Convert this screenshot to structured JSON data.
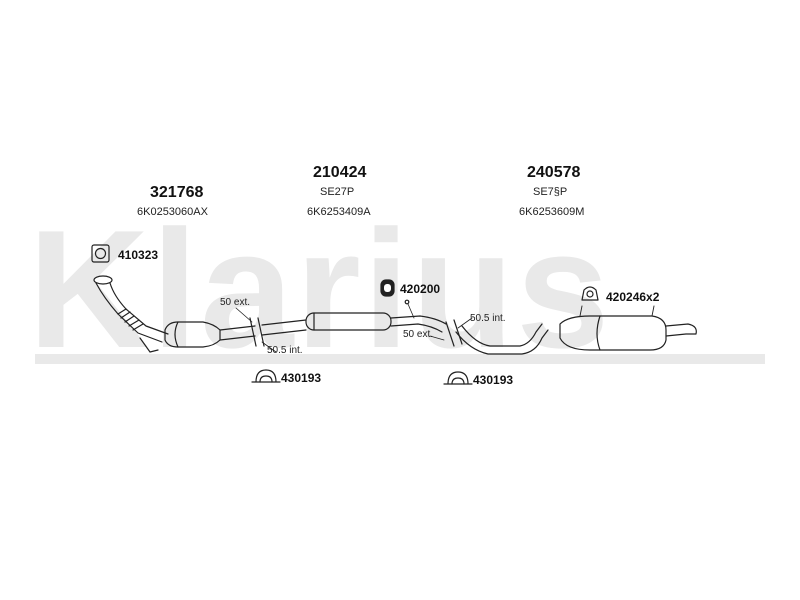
{
  "watermark": {
    "brand": "Klarius"
  },
  "groups": [
    {
      "part_number": "321768",
      "code": "6K0253060AX"
    },
    {
      "part_number": "210424",
      "sub": "SE27P",
      "code": "6K6253409A"
    },
    {
      "part_number": "240578",
      "sub": "SE7§P",
      "code": "6K6253609M"
    }
  ],
  "hardware": [
    {
      "label": "410323"
    },
    {
      "label": "420200"
    },
    {
      "label": "420246x2"
    },
    {
      "label": "430193"
    },
    {
      "label": "430193"
    }
  ],
  "joint_notes": {
    "left_top": "50 ext.",
    "left_bottom": "50.5 int.",
    "right_top": "50.5 int.",
    "right_bottom": "50 ext."
  }
}
